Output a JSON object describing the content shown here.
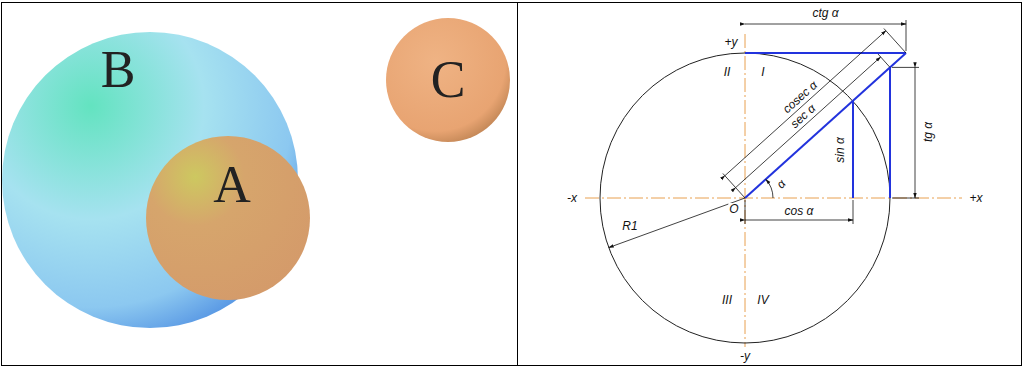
{
  "diagram": {
    "nodes": [
      {
        "text": [
          "B"
        ]
      },
      {
        "text": [
          "A"
        ],
        "in": 0
      },
      {
        "text": [
          "C"
        ]
      }
    ],
    "labels": [
      "ctg α",
      "+y",
      "II",
      "I",
      "cosec α",
      "sec α",
      "sin α",
      "tg α",
      "α",
      "-x",
      "R1",
      "O",
      "cos α",
      "+x",
      "III",
      "IV",
      "-y"
    ]
  }
}
